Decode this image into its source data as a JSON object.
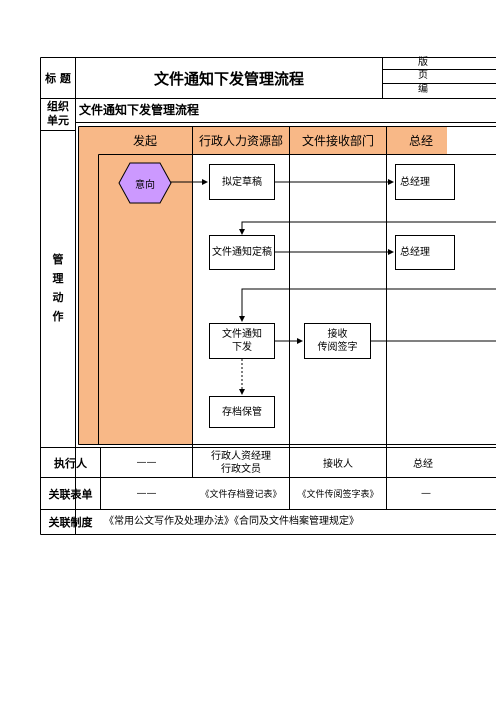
{
  "header": {
    "title_label": "标 题",
    "title": "文件通知下发管理流程",
    "right_col_top": "版",
    "right_col_mid": "页",
    "right_col_bot": "编"
  },
  "org": {
    "label": "组织\n单元",
    "value": "文件通知下发管理流程"
  },
  "mgmt_label": "管\n理\n动\n作",
  "lanes": [
    {
      "label": "发起"
    },
    {
      "label": "行政人力资源部"
    },
    {
      "label": "文件接收部门"
    },
    {
      "label": "总经"
    }
  ],
  "nodes": {
    "start": "意向",
    "draft": "拟定草稿",
    "gm1": "总经理",
    "final": "文件通知定稿",
    "gm2": "总经理",
    "issue": "文件通知\n下发",
    "receive": "接收\n传阅签字",
    "archive": "存档保管"
  },
  "rows": {
    "executor": {
      "label": "执行人",
      "col1": "——",
      "col2": "行政人资经理\n行政文员",
      "col3": "接收人",
      "col4": "总经"
    },
    "forms": {
      "label": "关联表单",
      "col1": "——",
      "col2": "《文件存档登记表》",
      "col3": "《文件传阅签字表》",
      "col4": "—"
    },
    "system": {
      "label": "关联制度",
      "value": "《常用公文写作及处理办法》《合同及文件档案管理规定》"
    }
  },
  "colors": {
    "lane_header": "#f8b887",
    "start_fill": "#cc99ff"
  }
}
